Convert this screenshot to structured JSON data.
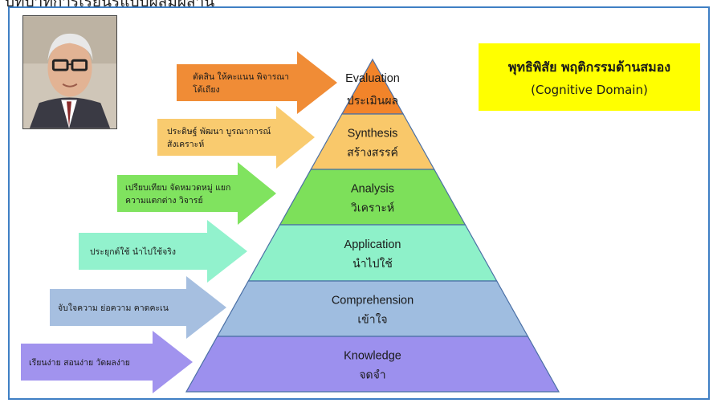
{
  "header_partial": "บทบาทการเรียนรู้แบบผสมผสาน",
  "title": {
    "thai": "พุทธิพิสัย พฤติกรรมด้านสมอง",
    "english": "(Cognitive Domain)"
  },
  "colors": {
    "frame": "#3f7fc4",
    "title_bg": "#ffff00"
  },
  "pyramid": [
    {
      "name": "Evaluation",
      "thai": "ประเมินผล",
      "color": "#f2842a",
      "stroke": "#e0731a"
    },
    {
      "name": "Synthesis",
      "thai": "สร้างสรรค์",
      "color": "#f9c86a",
      "stroke": "#e9b552"
    },
    {
      "name": "Analysis",
      "thai": "วิเคราะห์",
      "color": "#7de05a",
      "stroke": "#5ec43c"
    },
    {
      "name": "Application",
      "thai": "นำไปใช้",
      "color": "#8ef1c9",
      "stroke": "#6fd6ad"
    },
    {
      "name": "Comprehension",
      "thai": "เข้าใจ",
      "color": "#9fbde0",
      "stroke": "#7fa1c8"
    },
    {
      "name": "Knowledge",
      "thai": "จดจำ",
      "color": "#9c90ee",
      "stroke": "#7f71d8"
    }
  ],
  "arrows": [
    {
      "lines": [
        "ตัดสิน ให้คะแนน พิจารณา",
        "โต้เถียง"
      ],
      "color": "#f08c36"
    },
    {
      "lines": [
        "ประดิษฐ์ พัฒนา บูรณาการณ์",
        "สังเคราะห์"
      ],
      "color": "#f9cb6f"
    },
    {
      "lines": [
        "เปรียบเทียบ จัดหมวดหมู่ แยก",
        "ความแตกต่าง วิจารย์"
      ],
      "color": "#80e35f"
    },
    {
      "lines": [
        "ประยุกต์ใช้ นำไปใช้จริง"
      ],
      "color": "#92f2cd"
    },
    {
      "lines": [
        "จับใจความ ย่อความ คาดคะเน"
      ],
      "color": "#a6bfe0"
    },
    {
      "lines": [
        "เรียนง่าย สอนง่าย วัดผลง่าย"
      ],
      "color": "#a193ee"
    }
  ]
}
